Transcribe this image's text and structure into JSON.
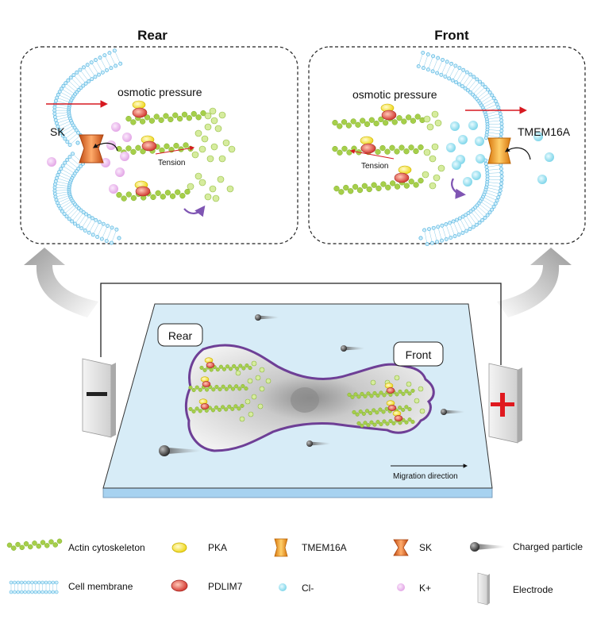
{
  "panels": {
    "rear_title": "Rear",
    "front_title": "Front",
    "rear_osmotic": "osmotic pressure",
    "front_osmotic": "osmotic pressure",
    "sk_label": "SK",
    "tmem_label": "TMEM16A",
    "rear_tension": "Tension",
    "front_tension": "Tension"
  },
  "cell": {
    "rear_label": "Rear",
    "front_label": "Front",
    "migration_direction": "Migration direction"
  },
  "legend": {
    "actin": "Actin cytoskeleton",
    "pka": "PKA",
    "tmem": "TMEM16A",
    "sk": "SK",
    "charged": "Charged particle",
    "membrane": "Cell membrane",
    "pdlim7": "PDLIM7",
    "cl": "Cl-",
    "k": "K+",
    "electrode": "Electrode"
  },
  "colors": {
    "actin": "#a6cf4a",
    "membrane": "#56b4e0",
    "pka": "#f2e23a",
    "pdlim7": "#e2554c",
    "tmem": "#f3a225",
    "sk": "#ea7b2c",
    "cl": "#8fe0f0",
    "k": "#ebb8ee",
    "arrow": "#d71920",
    "cell_border": "#7a4c9a",
    "dish": "#d7ecf7"
  }
}
